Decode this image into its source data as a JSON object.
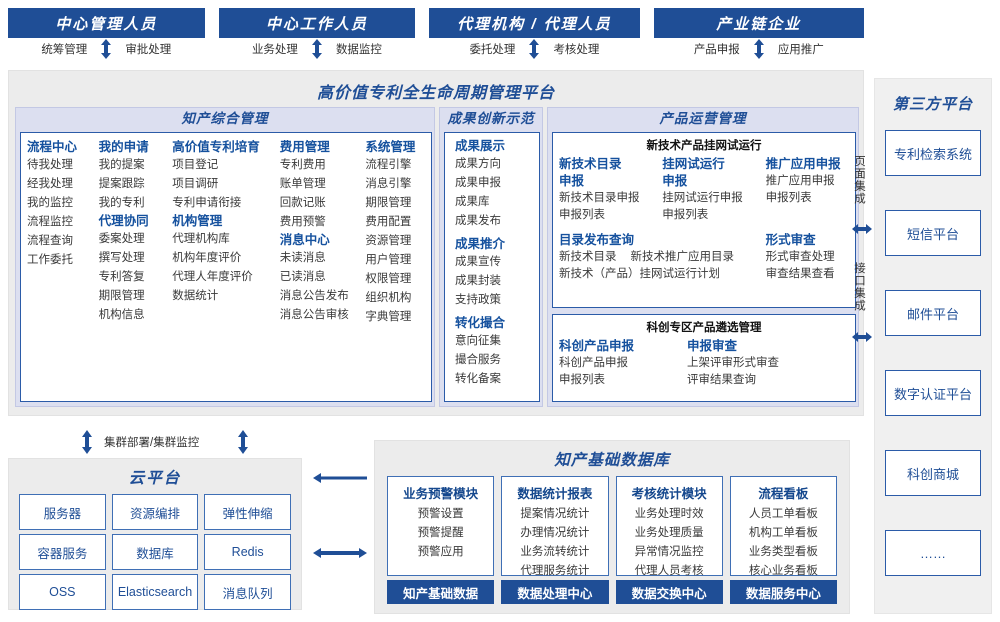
{
  "roles": [
    {
      "title": "中心管理人员",
      "left_action": "统筹管理",
      "right_action": "审批处理"
    },
    {
      "title": "中心工作人员",
      "left_action": "业务处理",
      "right_action": "数据监控"
    },
    {
      "title": "代理机构 / 代理人员",
      "left_action": "委托处理",
      "right_action": "考核处理"
    },
    {
      "title": "产业链企业",
      "left_action": "产品申报",
      "right_action": "应用推广"
    }
  ],
  "platform": {
    "title": "高价值专利全生命周期管理平台",
    "groups": {
      "ip_management": {
        "title": "知产综合管理",
        "columns": [
          {
            "head": "流程中心",
            "items": [
              "待我处理",
              "经我处理",
              "我的监控",
              "流程监控",
              "流程查询",
              "工作委托"
            ]
          },
          {
            "head": "我的申请",
            "items": [
              "我的提案",
              "提案跟踪",
              "我的专利"
            ],
            "head2": "代理协同",
            "items2": [
              "委案处理",
              "撰写处理",
              "专利答复",
              "期限管理",
              "机构信息"
            ]
          },
          {
            "head": "高价值专利培育",
            "items": [
              "项目登记",
              "项目调研",
              "专利申请衔接"
            ],
            "head2": "机构管理",
            "items2": [
              "代理机构库",
              "机构年度评价",
              "代理人年度评价",
              "数据统计"
            ]
          },
          {
            "head": "费用管理",
            "items": [
              "专利费用",
              "账单管理",
              "回款记账",
              "费用预警"
            ],
            "head2": "消息中心",
            "items2": [
              "未读消息",
              "已读消息",
              "消息公告发布",
              "消息公告审核"
            ]
          },
          {
            "head": "系统管理",
            "items": [
              "流程引擎",
              "消息引擎",
              "期限管理",
              "费用配置",
              "资源管理",
              "用户管理",
              "权限管理",
              "组织机构",
              "字典管理"
            ]
          }
        ]
      },
      "achievement": {
        "title": "成果创新示范",
        "sections": [
          {
            "head": "成果展示",
            "items": [
              "成果方向",
              "成果申报",
              "成果库",
              "成果发布"
            ]
          },
          {
            "head": "成果推介",
            "items": [
              "成果宣传",
              "成果封装",
              "支持政策"
            ]
          },
          {
            "head": "转化撮合",
            "items": [
              "意向征集",
              "撮合服务",
              "转化备案"
            ]
          }
        ]
      },
      "product_ops": {
        "title": "产品运营管理",
        "box1": {
          "head": "新技术产品挂网试运行",
          "columns": [
            {
              "head": "新技术目录申报",
              "items": [
                "新技术目录申报",
                "申报列表"
              ]
            },
            {
              "head": "挂网试运行申报",
              "items": [
                "挂网试运行申报",
                "申报列表"
              ]
            },
            {
              "head": "推广应用申报",
              "items": [
                "推广应用申报",
                "申报列表"
              ]
            }
          ],
          "row2": [
            {
              "head": "目录发布查询",
              "items": [
                "新技术目录",
                "新技术推广应用目录",
                "新技术（产品）挂网试运行计划"
              ]
            },
            {
              "head": "形式审查",
              "items": [
                "形式审查处理",
                "审查结果查看"
              ]
            }
          ]
        },
        "box2": {
          "head": "科创专区产品遴选管理",
          "columns": [
            {
              "head": "科创产品申报",
              "items": [
                "科创产品申报",
                "申报列表"
              ]
            },
            {
              "head": "申报审查",
              "items": [
                "上架评审形式审查",
                "评审结果查询"
              ]
            }
          ]
        }
      }
    }
  },
  "integration": {
    "page_integration": "页面集成",
    "api_integration": "接口集成"
  },
  "third_party": {
    "title": "第三方平台",
    "items": [
      "专利检索系统",
      "短信平台",
      "邮件平台",
      "数字认证平台",
      "科创商城",
      "……"
    ]
  },
  "cluster_label": "集群部署/集群监控",
  "cloud": {
    "title": "云平台",
    "cells": [
      "服务器",
      "资源编排",
      "弹性伸缩",
      "容器服务",
      "数据库",
      "Redis",
      "OSS",
      "Elasticsearch",
      "消息队列"
    ]
  },
  "knowledge_db": {
    "title": "知产基础数据库",
    "columns": [
      {
        "head": "业务预警模块",
        "items": [
          "预警设置",
          "预警提醒",
          "预警应用"
        ],
        "footer": "知产基础数据"
      },
      {
        "head": "数据统计报表",
        "items": [
          "提案情况统计",
          "办理情况统计",
          "业务流转统计",
          "代理服务统计"
        ],
        "footer": "数据处理中心"
      },
      {
        "head": "考核统计模块",
        "items": [
          "业务处理时效",
          "业务处理质量",
          "异常情况监控",
          "代理人员考核"
        ],
        "footer": "数据交换中心"
      },
      {
        "head": "流程看板",
        "items": [
          "人员工单看板",
          "机构工单看板",
          "业务类型看板",
          "核心业务看板"
        ],
        "footer": "数据服务中心"
      }
    ]
  },
  "colors": {
    "brand_blue": "#1f4e96",
    "panel_gray": "#ececec",
    "group_lavender": "#dcdff0",
    "box_border": "#2b5ba8"
  }
}
